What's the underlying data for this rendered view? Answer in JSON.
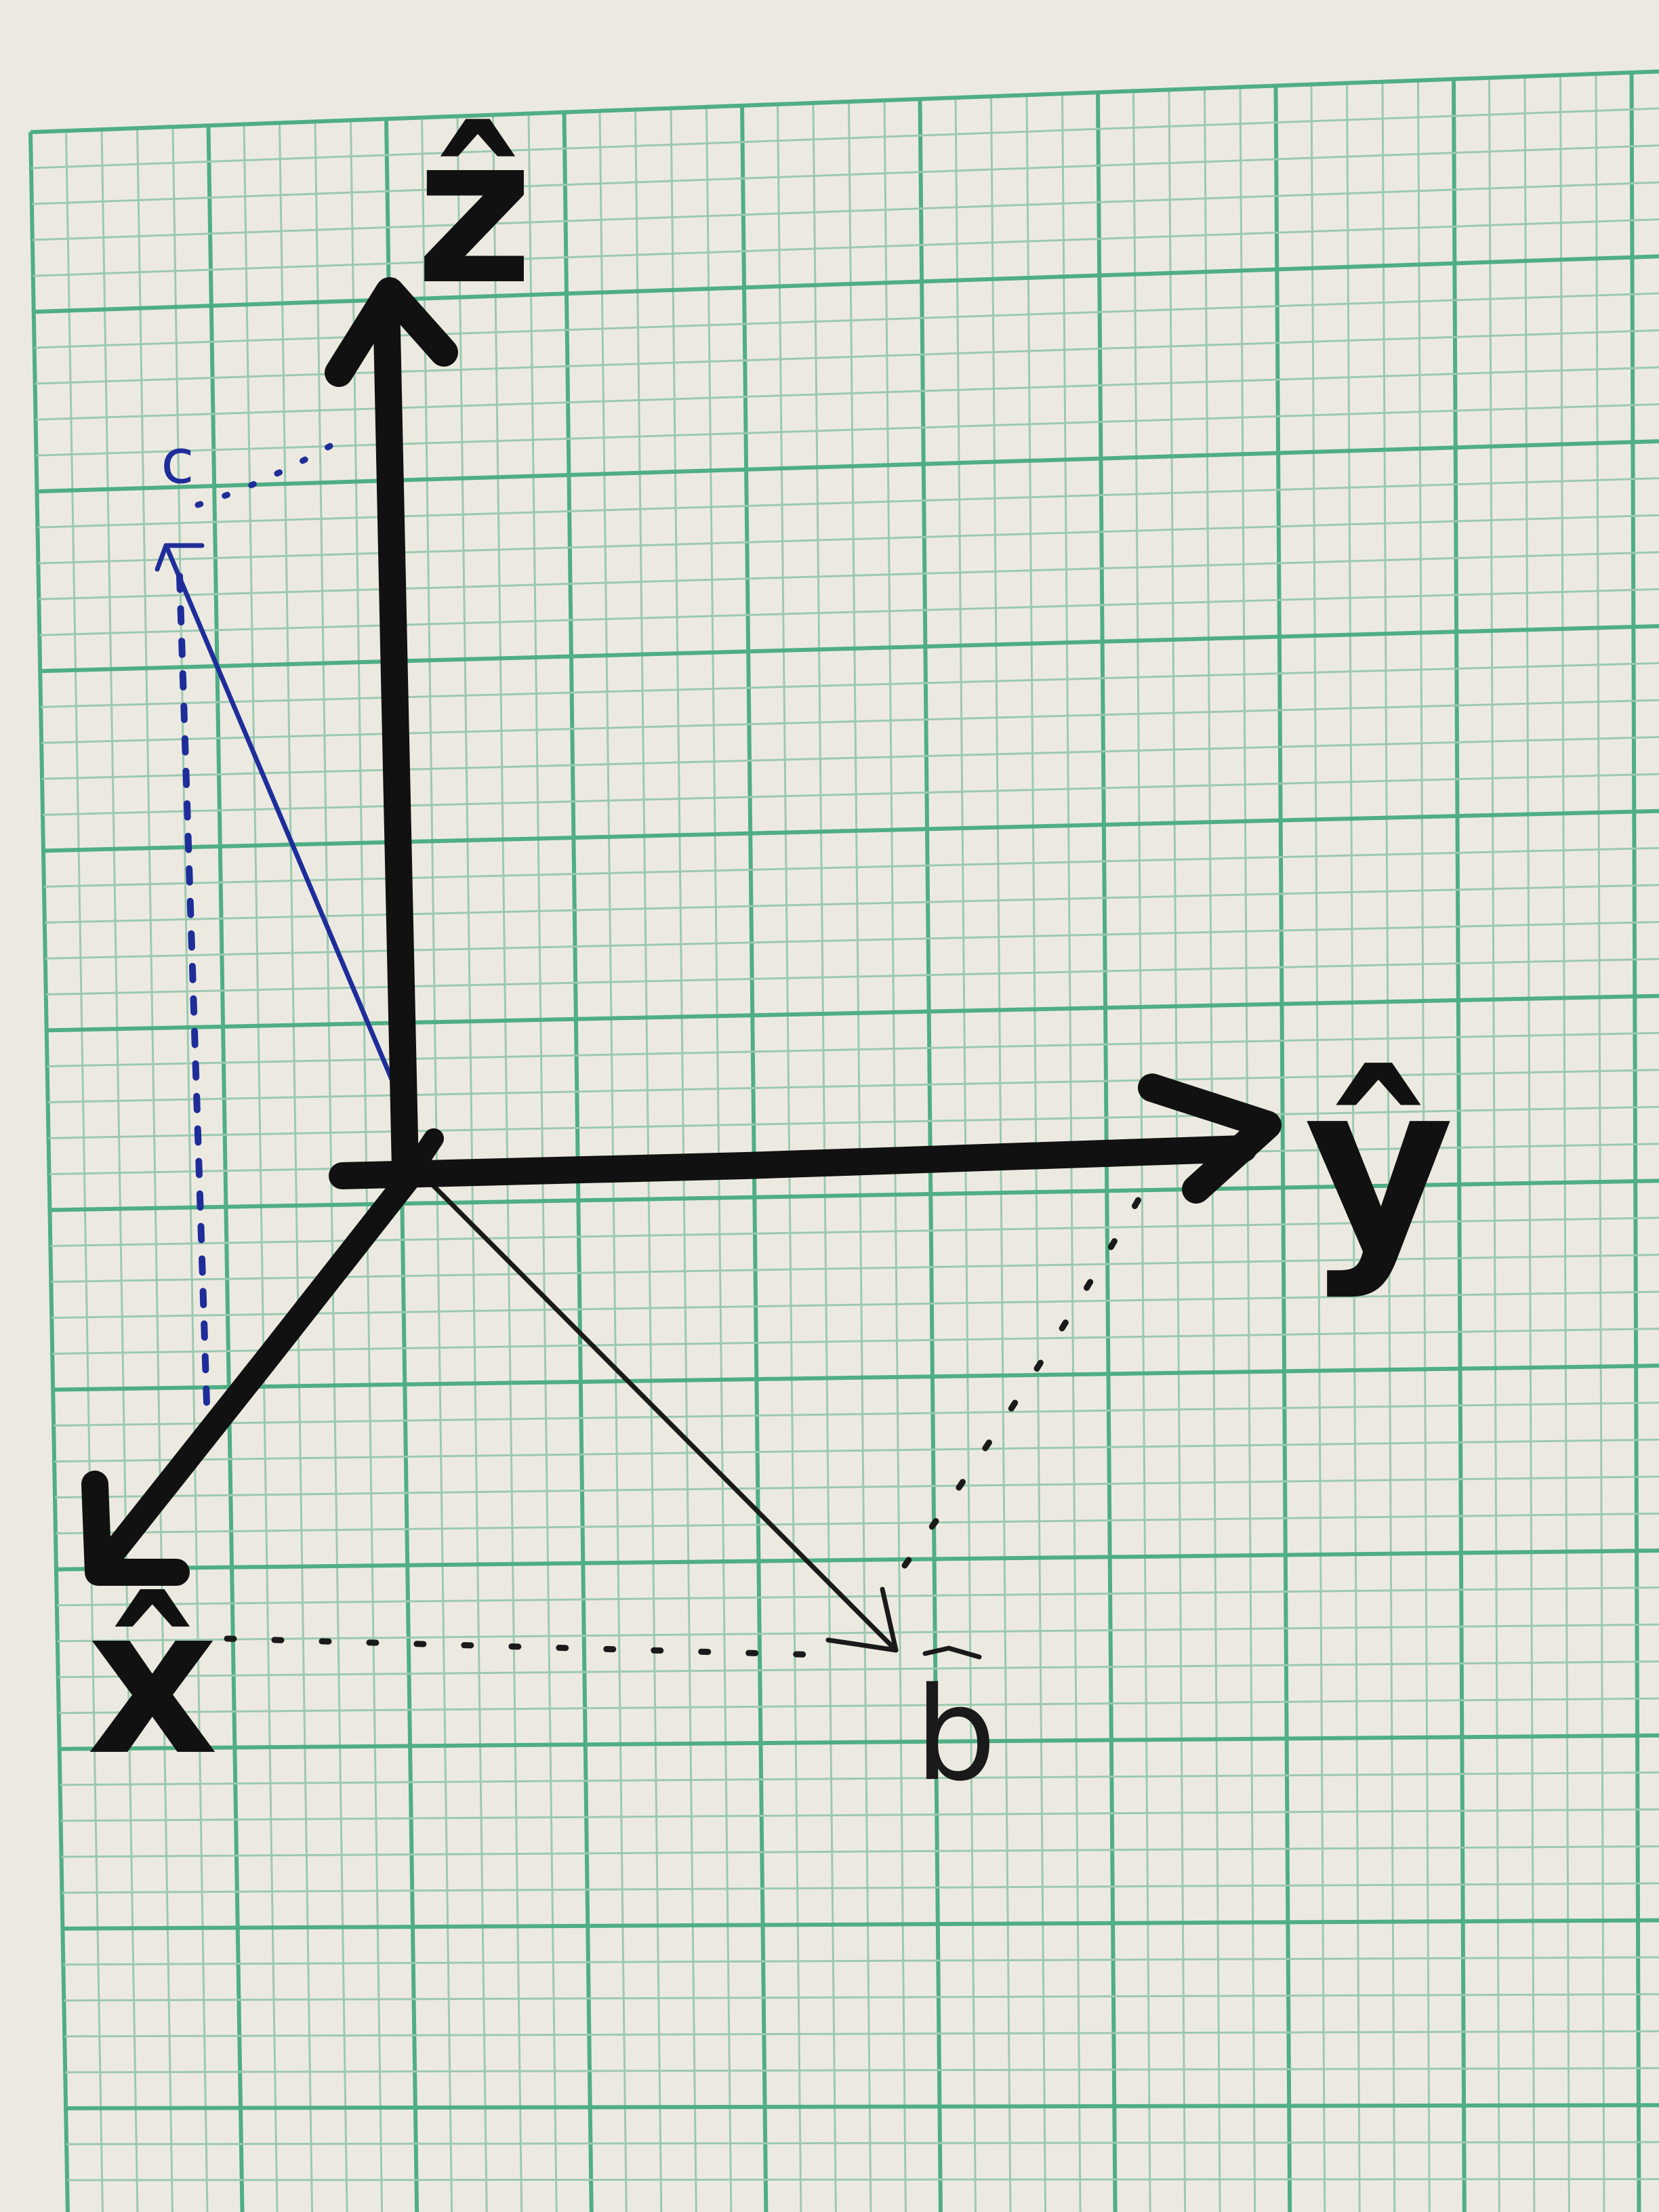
{
  "colors": {
    "paper": "#eceae0",
    "grid_minor": "#9cc9b0",
    "grid_major": "#4fae84",
    "axis_ink": "#111111",
    "pen_black": "#1a1a1a",
    "pen_blue": "#1f2d9a"
  },
  "labels": {
    "z_axis": "ẑ",
    "y_axis": "ŷ",
    "x_axis": "x̂",
    "vector_b": "b",
    "vector_c": "c"
  }
}
